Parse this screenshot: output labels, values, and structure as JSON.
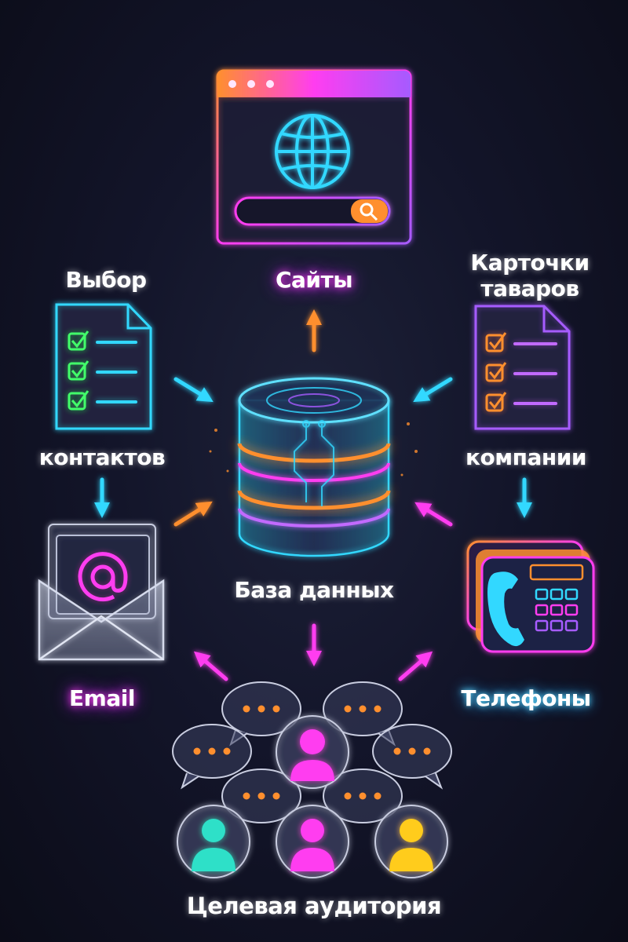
{
  "labels": {
    "sites": "Сайты",
    "choice": "Выбор",
    "contacts": "контактов",
    "cards_line1": "Карточки",
    "cards_line2": "таваров",
    "companies": "компании",
    "database": "База данных",
    "email": "Email",
    "phones": "Телефоны",
    "audience": "Целевая аудитория"
  },
  "icons": {
    "browser": "browser-window-icon",
    "globe": "globe-icon",
    "search": "search-icon",
    "checklist_left": "checklist-document-icon",
    "checklist_right": "checklist-document-icon",
    "database": "database-cylinder-icon",
    "envelope": "envelope-at-icon",
    "phone": "desk-phone-icon",
    "chat_bubble": "chat-bubble-icon",
    "user": "user-avatar-icon"
  },
  "colors": {
    "pink": "#ff3df0",
    "cyan": "#32d8ff",
    "orange": "#ff8f2e",
    "violet": "#a65bff",
    "green": "#43ff6a",
    "yellow": "#ffcc1f"
  }
}
